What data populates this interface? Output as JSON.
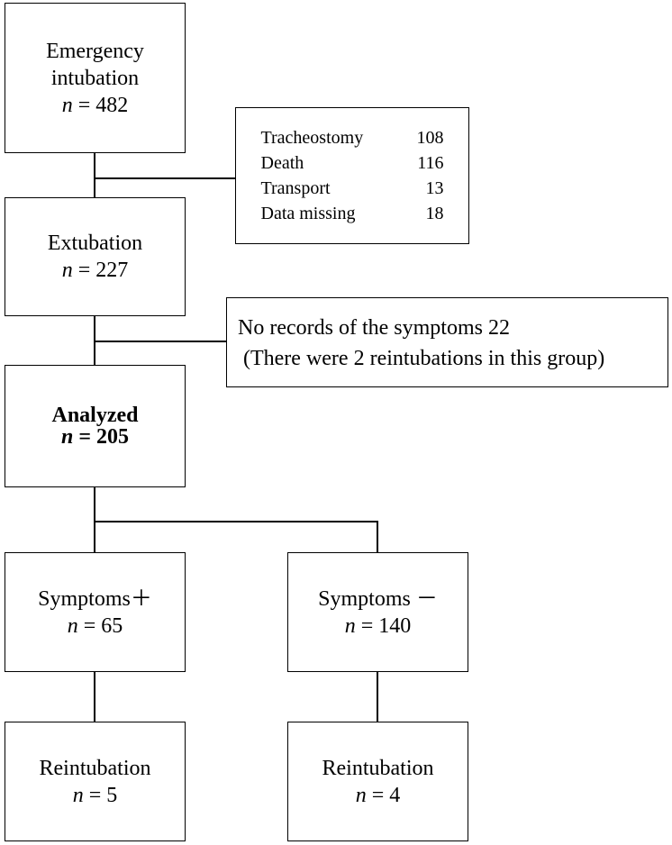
{
  "boxes": {
    "intubation": {
      "line1": "Emergency",
      "line2": "intubation",
      "n_label": "n",
      "n_value": "= 482"
    },
    "extubation": {
      "line1": "Extubation",
      "n_label": "n",
      "n_value": "= 227"
    },
    "analyzed": {
      "line1": "Analyzed",
      "n_label": "n",
      "n_value": "= 205"
    },
    "symptoms_pos": {
      "line1": "Symptoms＋",
      "n_label": "n",
      "n_value": "= 65"
    },
    "symptoms_neg": {
      "line1": "Symptoms －",
      "n_label": "n",
      "n_value": "= 140"
    },
    "reint_pos": {
      "line1": "Reintubation",
      "n_label": "n",
      "n_value": "= 5"
    },
    "reint_neg": {
      "line1": "Reintubation",
      "n_label": "n",
      "n_value": "= 4"
    }
  },
  "exclusions_1": [
    {
      "label": "Tracheostomy",
      "count": "108"
    },
    {
      "label": "Death",
      "count": "116"
    },
    {
      "label": "Transport",
      "count": "13"
    },
    {
      "label": "Data missing",
      "count": "18"
    }
  ],
  "exclusions_2": {
    "line1": "No records of the symptoms 22",
    "line2": " (There were 2 reintubations in this group)"
  }
}
